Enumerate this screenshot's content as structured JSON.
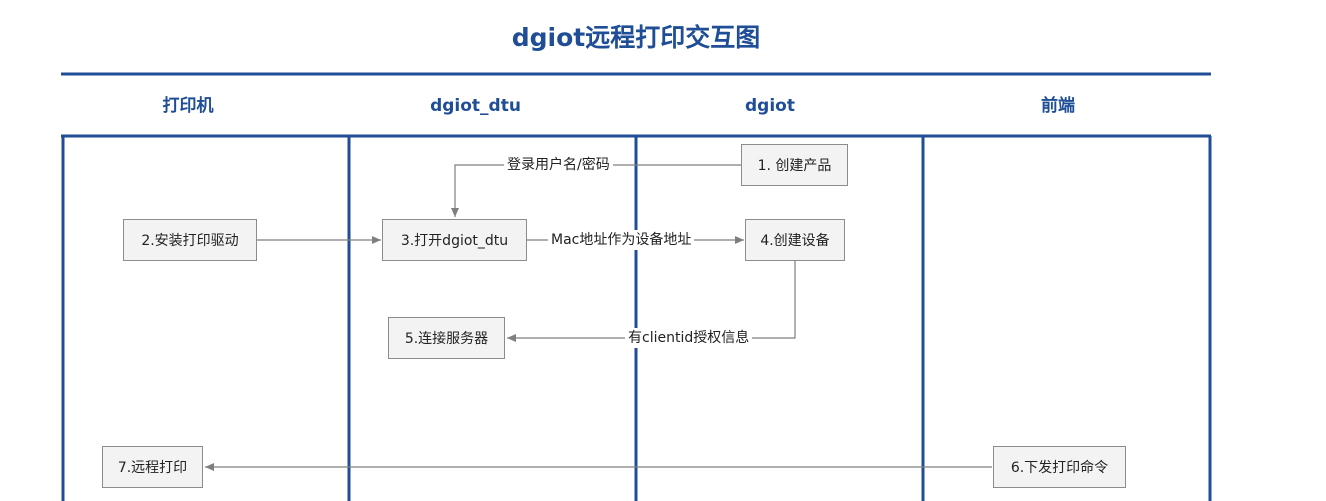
{
  "title": "dgiot远程打印交互图",
  "lanes": [
    "打印机",
    "dgiot_dtu",
    "dgiot",
    "前端"
  ],
  "colors": {
    "accent": "#1f4e96",
    "box_border": "#8c8c8c",
    "box_fill": "#f3f3f3",
    "arrow": "#7f7f7f"
  },
  "nodes": {
    "create_product": "1. 创建产品",
    "install_driver": "2.安装打印驱动",
    "open_dtu": "3.打开dgiot_dtu",
    "create_device": "4.创建设备",
    "connect_server": "5.连接服务器",
    "send_print_cmd": "6.下发打印命令",
    "remote_print": "7.远程打印"
  },
  "edges": {
    "login": "登录用户名/密码",
    "mac_address": "Mac地址作为设备地址",
    "clientid_auth": "有clientid授权信息"
  }
}
